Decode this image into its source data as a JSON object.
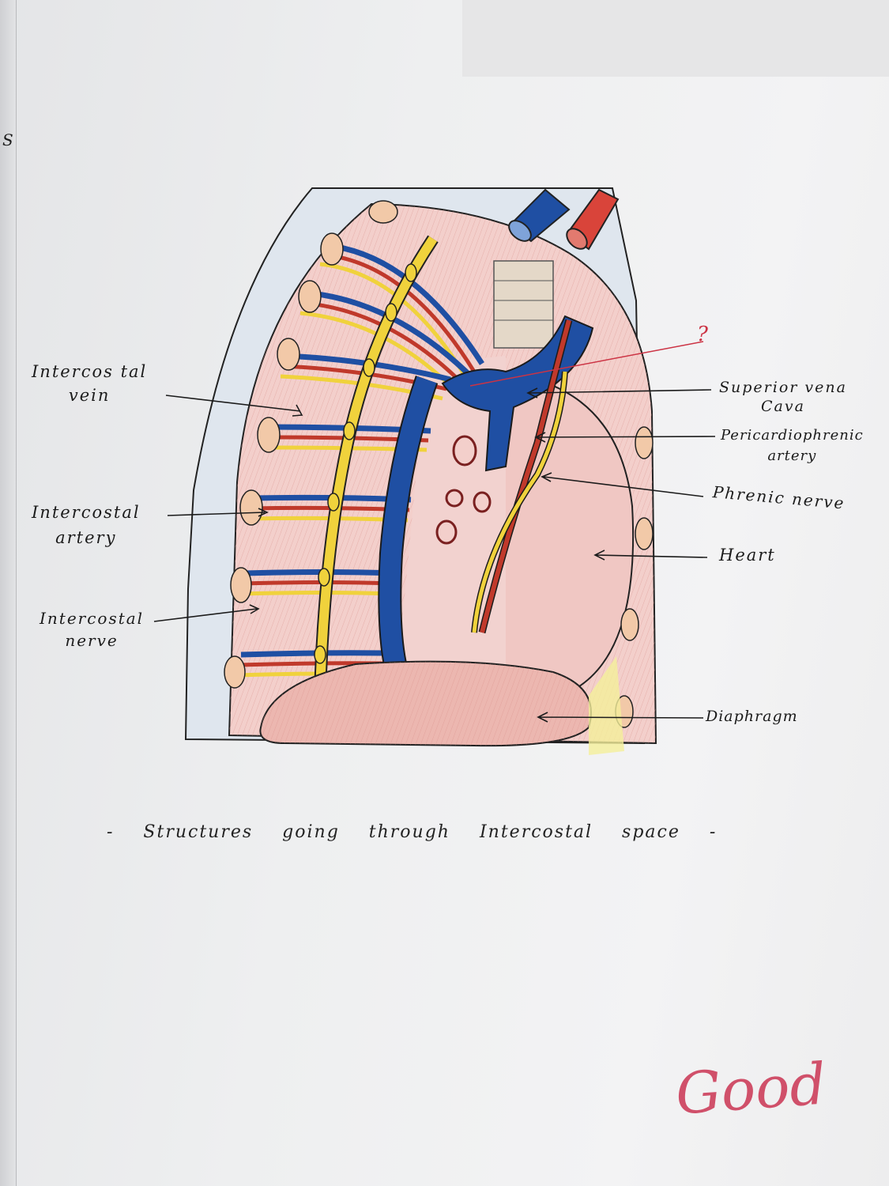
{
  "labels": {
    "intercostal_vein": [
      "Intercos tal",
      "vein"
    ],
    "intercostal_artery": [
      "Intercostal",
      "artery"
    ],
    "intercostal_nerve": [
      "Intercostal",
      "nerve"
    ],
    "superior_vena_cava": [
      "Superior vena",
      "Cava"
    ],
    "pericardiophrenic_artery": [
      "Pericardiophrenic",
      "artery"
    ],
    "phrenic_nerve": "Phrenic  nerve",
    "heart": "Heart",
    "diaphragm": "Diaphragm",
    "question_mark": "?"
  },
  "caption": "- Structures going through Intercostal space -",
  "grade": "Good",
  "margin_marks": [
    "S"
  ],
  "colors": {
    "vein": "#1f4fa3",
    "artery": "#c0392b",
    "nerve": "#f0d23c",
    "pericardium": "#f3cfcb",
    "rib": "#f2c9a8",
    "annotation": "#cc3344",
    "grade_ink": "#d0506a"
  }
}
